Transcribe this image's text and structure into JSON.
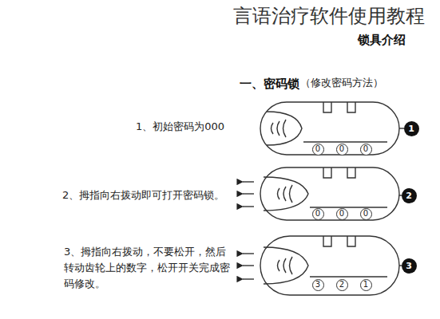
{
  "diagram": {
    "title": "锁具介绍",
    "nodes": [
      {
        "text": [
          "0"
        ]
      },
      {
        "text": [
          "0"
        ]
      },
      {
        "text": [
          "0"
        ]
      },
      {
        "text": [
          "1"
        ]
      },
      {
        "text": [
          "0"
        ]
      },
      {
        "text": [
          "0"
        ]
      },
      {
        "text": [
          "0"
        ]
      },
      {
        "text": [
          "2"
        ]
      },
      {
        "text": [
          "3"
        ]
      },
      {
        "text": [
          "2"
        ]
      },
      {
        "text": [
          "1"
        ]
      },
      {
        "text": [
          "3"
        ]
      }
    ],
    "labels": [
      "言语治疗软件使用教程",
      "一、密码锁",
      "（修改密码方法）",
      "1、初始密码为000",
      "2、拇指向右拨动即可打开密码锁。",
      "3、拇指向右拨动，不要松开，然后转动齿轮上的数字，松开开关完成密码修改。"
    ]
  }
}
